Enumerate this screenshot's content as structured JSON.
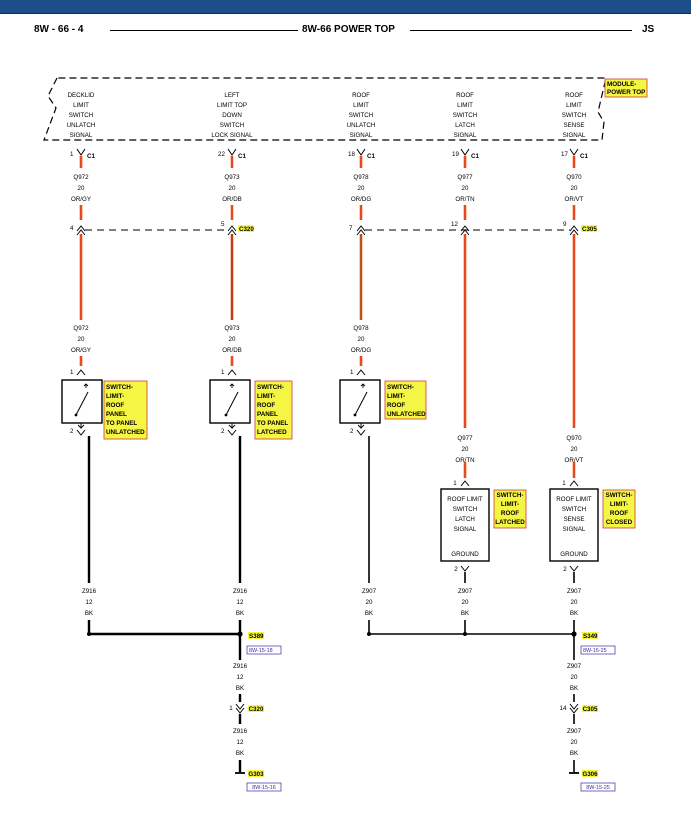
{
  "header": {
    "left": "8W - 66 - 4",
    "center": "8W-66 POWER TOP",
    "right": "JS"
  },
  "module": {
    "label_lines": [
      "MODULE-",
      "POWER TOP"
    ],
    "signals": [
      {
        "lines": [
          "DECKLID",
          "LIMIT",
          "SWITCH",
          "UNLATCH",
          "SIGNAL"
        ],
        "pin": "1",
        "conn": "C1"
      },
      {
        "lines": [
          "LEFT",
          "LIMIT TOP",
          "DOWN",
          "SWITCH",
          "LOCK SIGNAL"
        ],
        "pin": "22",
        "conn": "C1"
      },
      {
        "lines": [
          "ROOF",
          "LIMIT",
          "SWITCH",
          "UNLATCH",
          "SIGNAL"
        ],
        "pin": "18",
        "conn": "C1"
      },
      {
        "lines": [
          "ROOF",
          "LIMIT",
          "SWITCH",
          "LATCH",
          "SIGNAL"
        ],
        "pin": "19",
        "conn": "C1"
      },
      {
        "lines": [
          "ROOF",
          "LIMIT",
          "SWITCH",
          "SENSE",
          "SIGNAL"
        ],
        "pin": "17",
        "conn": "C1"
      }
    ]
  },
  "wires_top": [
    {
      "lines": [
        "Q972",
        "20",
        "OR/GY"
      ]
    },
    {
      "lines": [
        "Q973",
        "20",
        "OR/DB"
      ]
    },
    {
      "lines": [
        "Q978",
        "20",
        "OR/DG"
      ]
    },
    {
      "lines": [
        "Q977",
        "20",
        "OR/TN"
      ]
    },
    {
      "lines": [
        "Q970",
        "20",
        "OR/VT"
      ]
    }
  ],
  "inline_connectors": {
    "c320": {
      "label": "C320",
      "pins": [
        "4",
        "5"
      ]
    },
    "c305": {
      "label": "C305",
      "pins": [
        "7",
        "12",
        "9"
      ]
    }
  },
  "wires_mid": [
    {
      "lines": [
        "Q972",
        "20",
        "OR/GY"
      ]
    },
    {
      "lines": [
        "Q973",
        "20",
        "OR/DB"
      ]
    },
    {
      "lines": [
        "Q978",
        "20",
        "OR/DG"
      ]
    },
    {
      "lines": [
        "Q977",
        "20",
        "OR/TN"
      ]
    },
    {
      "lines": [
        "Q970",
        "20",
        "OR/VT"
      ]
    }
  ],
  "switches": [
    {
      "label": [
        "SWITCH-",
        "LIMIT-",
        "ROOF",
        "PANEL",
        "TO PANEL",
        "UNLATCHED"
      ],
      "pin_top": "1",
      "pin_bottom": "2"
    },
    {
      "label": [
        "SWITCH-",
        "LIMIT-",
        "ROOF",
        "PANEL",
        "TO PANEL",
        "LATCHED"
      ],
      "pin_top": "1",
      "pin_bottom": "2"
    },
    {
      "label": [
        "SWITCH-",
        "LIMIT-",
        "ROOF",
        "UNLATCHED"
      ],
      "pin_top": "1",
      "pin_bottom": "2"
    }
  ],
  "sensors": [
    {
      "box_lines": [
        "ROOF LIMIT",
        "SWITCH",
        "LATCH",
        "SIGNAL"
      ],
      "ground": "GROUND",
      "label": [
        "SWITCH-",
        "LIMIT-",
        "ROOF",
        "LATCHED"
      ],
      "pin_top": "1",
      "pin_bottom": "2"
    },
    {
      "box_lines": [
        "ROOF LIMIT",
        "SWITCH",
        "SENSE",
        "SIGNAL"
      ],
      "ground": "GROUND",
      "label": [
        "SWITCH-",
        "LIMIT-",
        "ROOF",
        "CLOSED"
      ],
      "pin_top": "1",
      "pin_bottom": "2"
    }
  ],
  "ground_wires": [
    {
      "lines": [
        "Z916",
        "12",
        "BK"
      ]
    },
    {
      "lines": [
        "Z916",
        "12",
        "BK"
      ]
    },
    {
      "lines": [
        "Z907",
        "20",
        "BK"
      ]
    },
    {
      "lines": [
        "Z907",
        "20",
        "BK"
      ]
    },
    {
      "lines": [
        "Z907",
        "20",
        "BK"
      ]
    }
  ],
  "splices": [
    {
      "label": "S389",
      "ref": "8W-15-18"
    },
    {
      "label": "S349",
      "ref": "8W-15-25"
    }
  ],
  "lower_left": {
    "wire1": [
      "Z916",
      "12",
      "BK"
    ],
    "conn_pin": "1",
    "conn": "C320",
    "wire2": [
      "Z916",
      "12",
      "BK"
    ],
    "ground": "G303",
    "ref": "8W-15-16"
  },
  "lower_right": {
    "wire1": [
      "Z907",
      "20",
      "BK"
    ],
    "conn_pin": "14",
    "conn": "C305",
    "wire2": [
      "Z907",
      "20",
      "BK"
    ],
    "ground": "G306",
    "ref": "8W-15-25"
  },
  "colors": {
    "orange_wire": "#e84a1d",
    "brown_stripe": "#7a2c10",
    "black_wire": "#000000",
    "label_bg": "#f5f543",
    "label_border": "#d23a3a",
    "ref_color": "#3a2ca8",
    "bar": "#1c4f87"
  }
}
